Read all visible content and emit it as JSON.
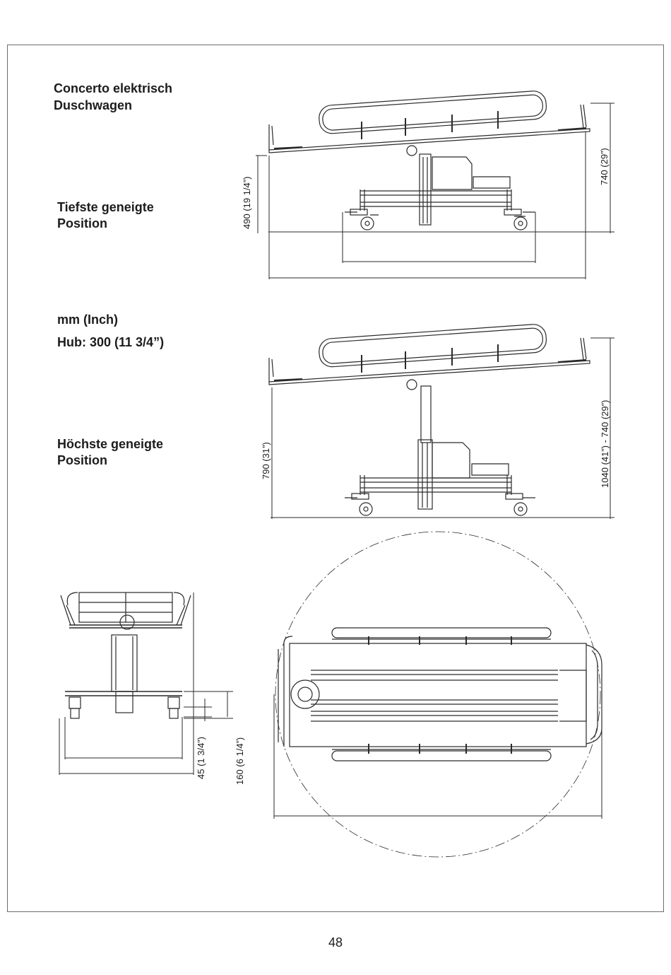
{
  "document": {
    "title_line1": "Concerto elektrisch",
    "title_line2": "Duschwagen",
    "lowest_label_line1": "Tiefste geneigte",
    "lowest_label_line2": "Position",
    "units_label": "mm (Inch)",
    "stroke_label": "Hub: 300 (11 3/4”)",
    "highest_label_line1": "Höchste geneigte",
    "highest_label_line2": "Position",
    "page_number": "48"
  },
  "dimensions": {
    "lowest_low_side": "490 (19 1/4”)",
    "lowest_high_side": "740 (29”)",
    "highest_low_side": "790 (31”)",
    "highest_high_side": "1040 (41”) - 740 (29”)",
    "front_clearance": "45 (1 3/4”)",
    "front_base_height": "160 (6 1/4”)"
  },
  "colors": {
    "line": "#2a2a2a",
    "text": "#1c1c1c",
    "frame": "#6e6e6e"
  }
}
